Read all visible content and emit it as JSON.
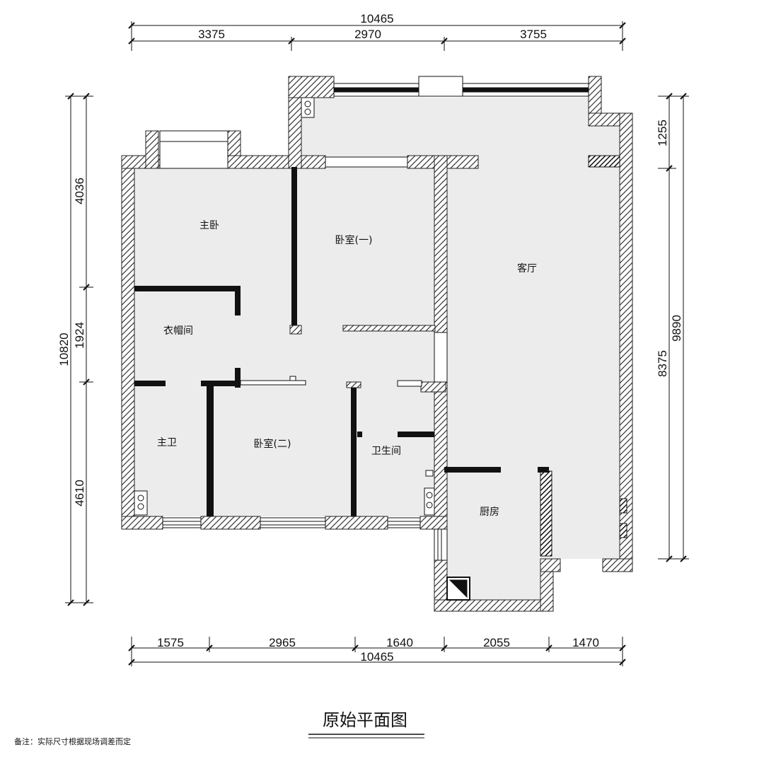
{
  "title": "原始平面图",
  "note": "备注：实际尺寸根据现场调差而定",
  "rooms": {
    "master_bedroom": "主卧",
    "bedroom_1": "卧室(一)",
    "living_room": "客厅",
    "cloakroom": "衣帽间",
    "master_bath": "主卫",
    "bedroom_2": "卧室(二)",
    "bathroom": "卫生间",
    "kitchen": "厨房"
  },
  "dimensions": {
    "top_total": "10465",
    "top_segments": [
      "3375",
      "2970",
      "3755"
    ],
    "bottom_total": "10465",
    "bottom_segments": [
      "1575",
      "2965",
      "1640",
      "2055",
      "1470"
    ],
    "left_total": "10820",
    "left_segments": [
      "4036",
      "1924",
      "4610"
    ],
    "right_total": "9890",
    "right_segments": [
      "1255",
      "8375"
    ]
  },
  "colors": {
    "wall_fill": "#ffffff",
    "wall_hatch": "#222222",
    "floor": "#ececec",
    "line": "#111111"
  }
}
